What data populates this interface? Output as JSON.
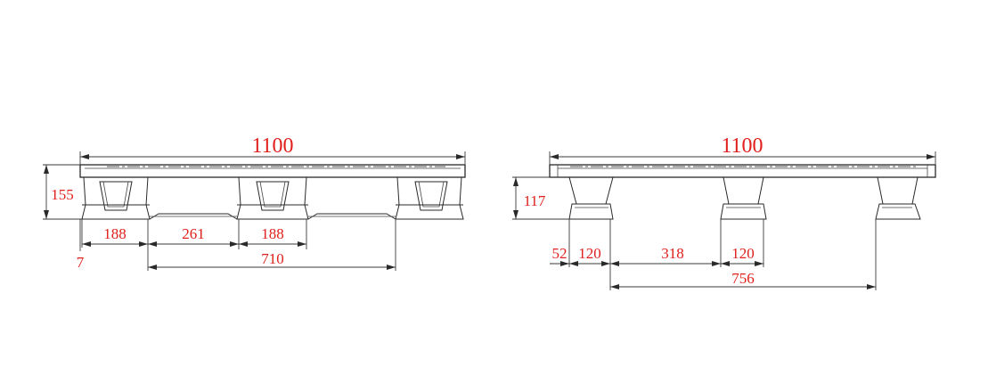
{
  "left_view": {
    "overall_length": "1100",
    "height": "155",
    "bottom_row": [
      "188",
      "261",
      "188"
    ],
    "offset": "7",
    "span": "710"
  },
  "right_view": {
    "overall_length": "1100",
    "height": "117",
    "offset": "52",
    "block_width_left": "120",
    "gap": "318",
    "block_width_mid": "120",
    "span": "756"
  },
  "colors": {
    "dimension_text": "#e0201c",
    "lines": "#2a2a2a"
  }
}
